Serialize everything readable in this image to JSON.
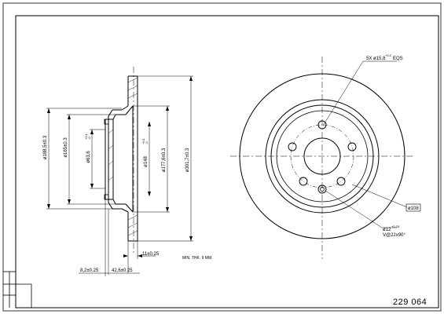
{
  "drawing": {
    "part_number": "229 064",
    "min_thickness_note": "MIN. THK. 9 MM.",
    "side_view": {
      "dim_outer_diameter": "ø301,7±0.3",
      "dim_friction_inner": "ø177,6±0.3",
      "dim_pcd": "ø148",
      "dim_pcd_tol": "+0.1\n-0",
      "dim_hat_outer": "ø188,5±0.3",
      "dim_hat_body": "ø165±0.3",
      "dim_bore": "ø63,6",
      "dim_bore_tol": "+0.1\n-0",
      "dim_thickness": "11±0.25",
      "dim_offset_a": "8,2±0.25",
      "dim_offset_b": "42,6±0.25"
    },
    "front_view": {
      "bolt_holes_label": "5X ø15,8",
      "bolt_holes_tol": "+0.2",
      "bolt_holes_eqs": "EQS",
      "pcd_label": "ø108",
      "pin_hole_label": "ø12",
      "pin_hole_tol": "+0.25",
      "pin_hole_depth": "V@22x90°"
    }
  }
}
